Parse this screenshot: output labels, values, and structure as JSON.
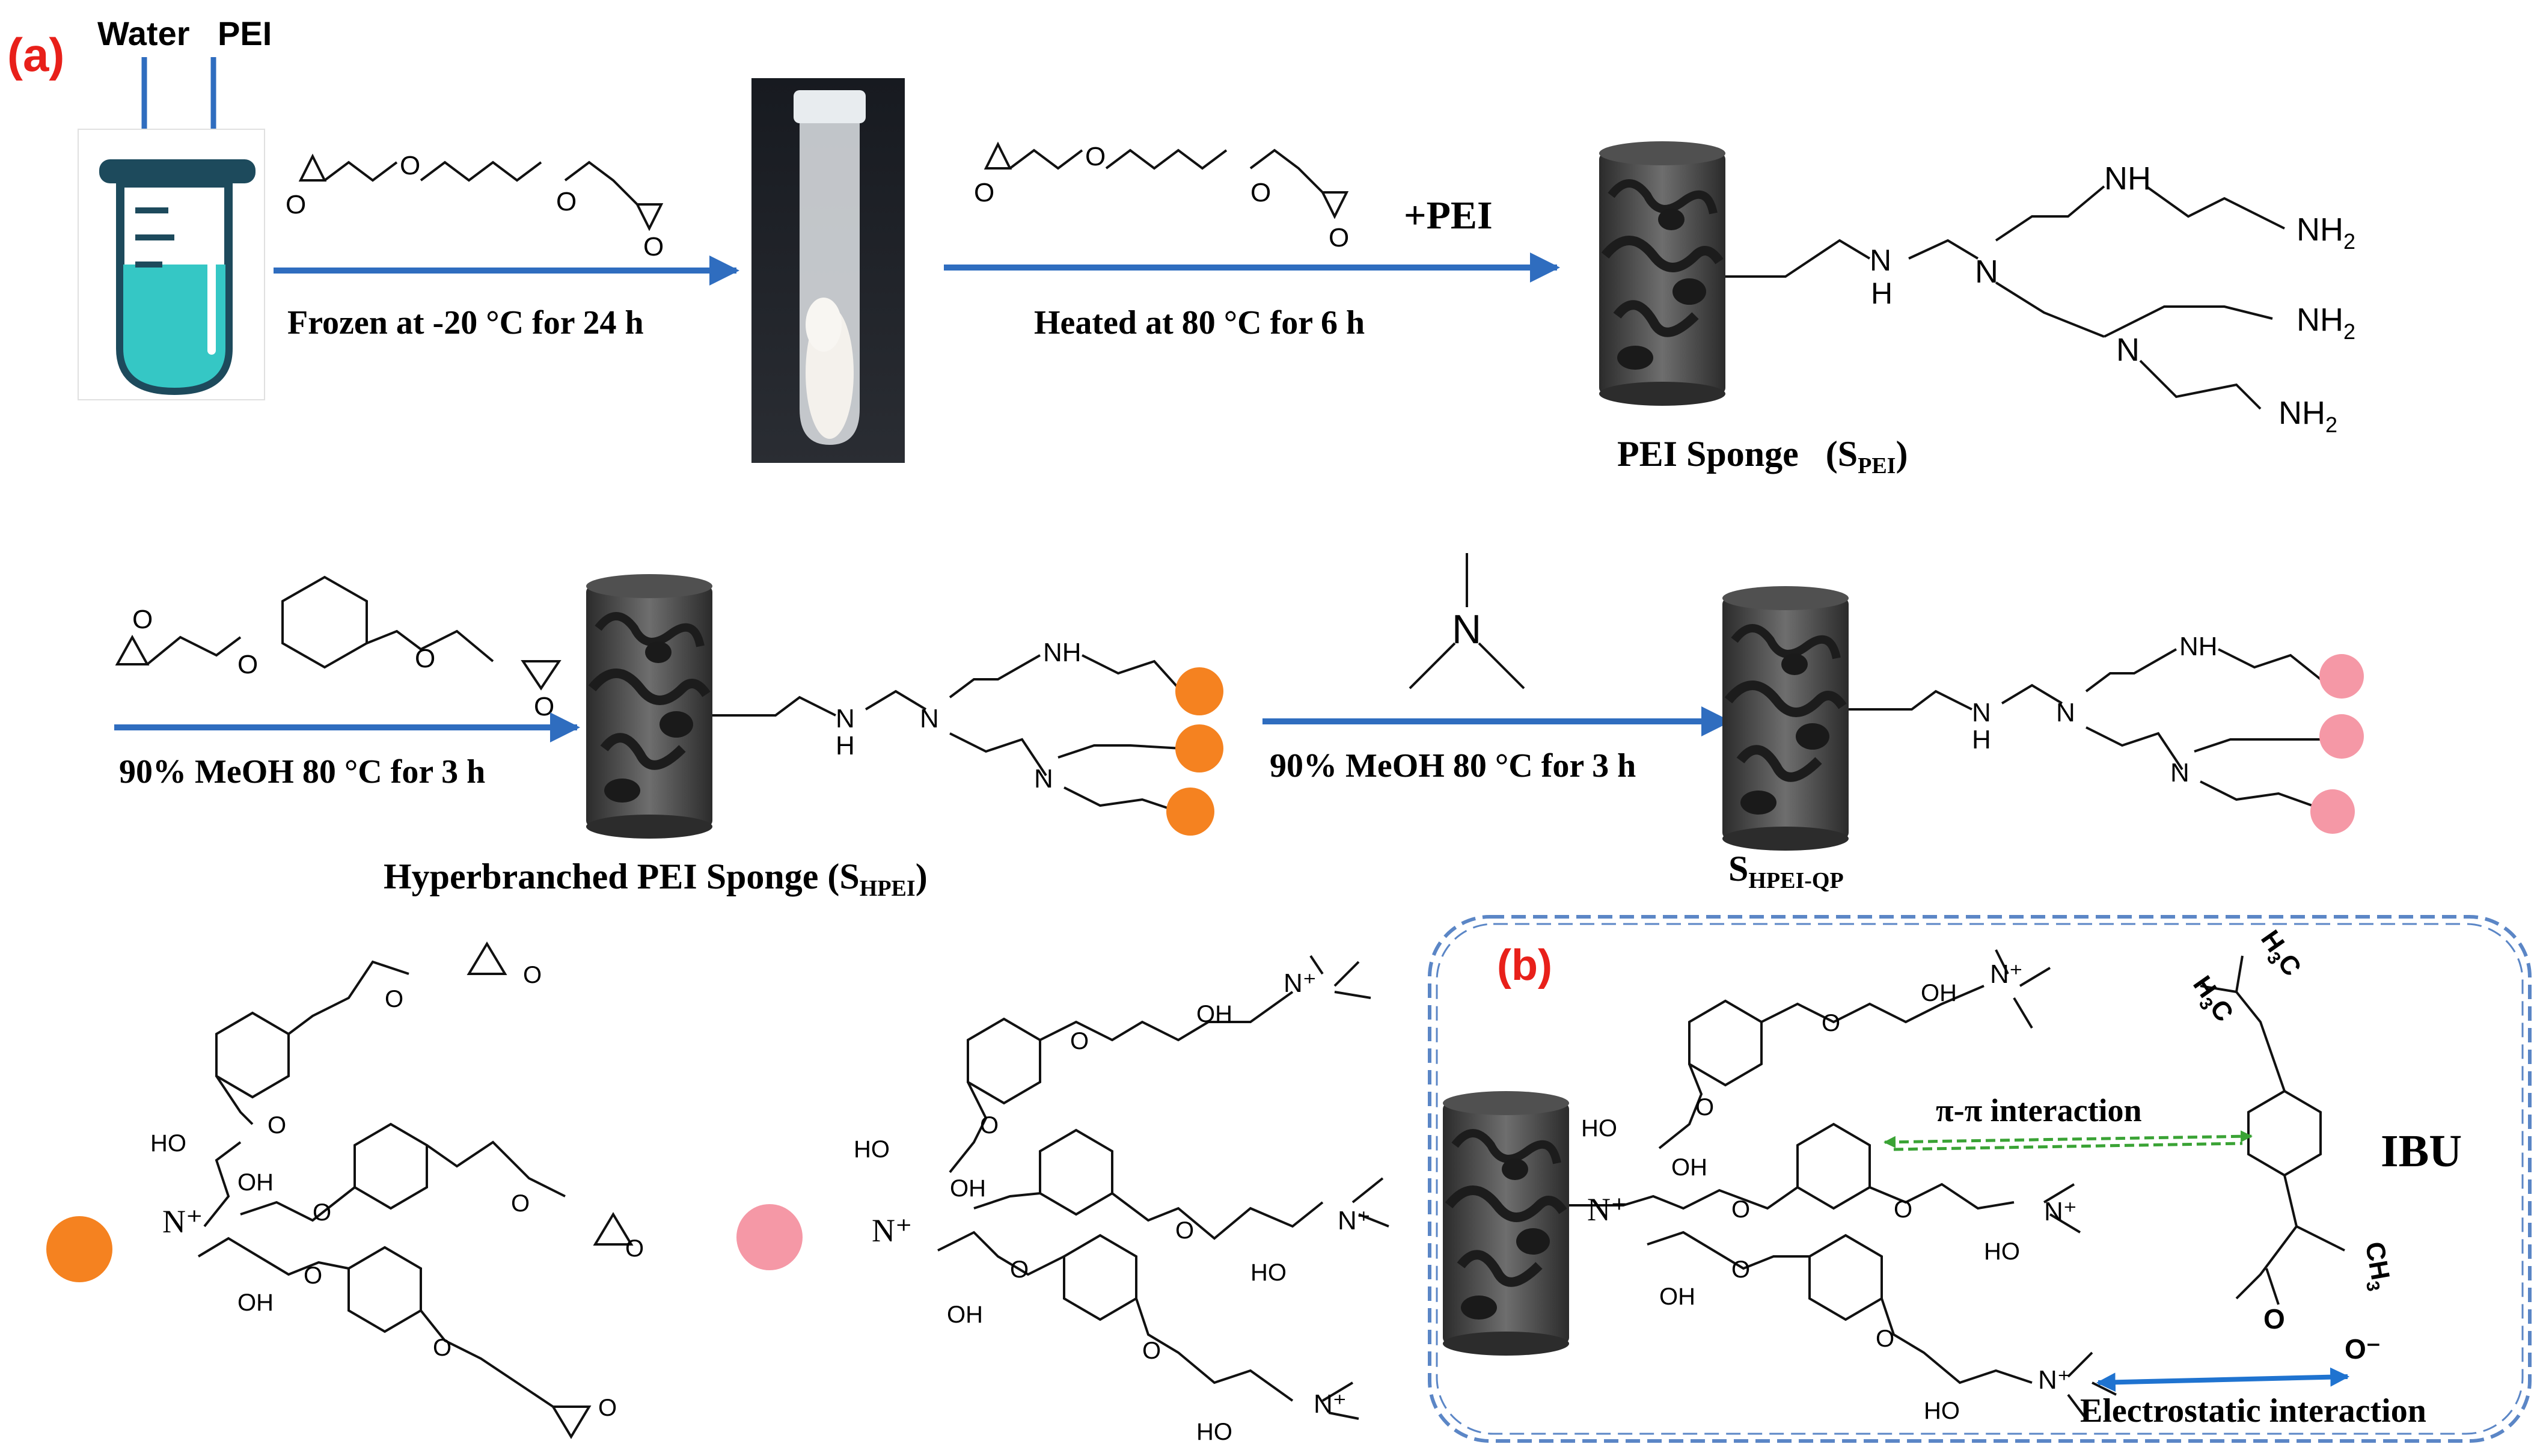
{
  "panel_labels": {
    "a": "(a)",
    "b": "(b)"
  },
  "inputs": {
    "water": "Water",
    "pei": "PEI"
  },
  "steps": {
    "frozen": "Frozen at -20 °C for 24 h",
    "heated": "Heated at 80 °C for 6 h",
    "plus_pei": "+PEI",
    "methanol_1": "90% MeOH 80 °C for 3 h",
    "methanol_2": "90% MeOH 80 °C for 3 h"
  },
  "products": {
    "pei_sponge": "PEI Sponge",
    "pei_sponge_sub": "(S",
    "pei_sponge_subscript": "PEI",
    "pei_sponge_close": ")",
    "hpei_sponge": "Hyperbranched PEI Sponge (S",
    "hpei_subscript": "HPEI",
    "hpei_close": ")",
    "qp_sponge": "S",
    "qp_subscript": "HPEI-QP"
  },
  "atoms": {
    "O": "O",
    "N": "N",
    "NH": "NH",
    "H": "H",
    "NH2": "NH",
    "sub2": "2",
    "OH": "OH",
    "HO": "HO",
    "Nplus": "N⁺",
    "Ominus": "O⁻",
    "CH3": "CH",
    "sub3": "3",
    "H3C": "H",
    "C": "C"
  },
  "interactions": {
    "pi_pi": "π-π interaction",
    "electrostatic": "Electrostatic interaction",
    "ibu": "IBU"
  },
  "colors": {
    "arrow": "#2f6dbf",
    "label_red": "#e8201a",
    "orange": "#f58220",
    "pink": "#f598a6",
    "pi_arrow": "#3aa335",
    "dashed_box": "#5b86c6",
    "sponge_dark": "#3a3a3a",
    "tube_fill": "#35c7c5"
  }
}
